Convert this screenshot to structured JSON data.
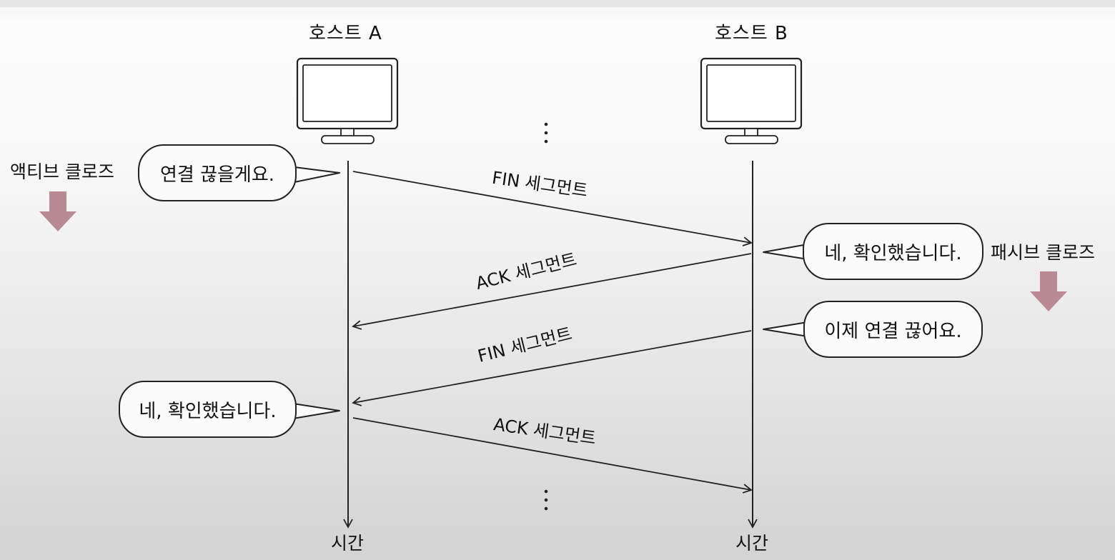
{
  "hosts": {
    "a": {
      "name": "호스트 A"
    },
    "b": {
      "name": "호스트 B"
    }
  },
  "time_label_a": "시간",
  "time_label_b": "시간",
  "side_labels": {
    "active": "액티브 클로즈",
    "passive": "패시브 클로즈"
  },
  "bubbles": {
    "a_fin": "연결 끊을게요.",
    "b_ack": "네, 확인했습니다.",
    "b_fin": "이제 연결 끊어요.",
    "a_ack": "네, 확인했습니다."
  },
  "messages": [
    {
      "label": "FIN 세그먼트",
      "from": "A",
      "to": "B"
    },
    {
      "label": "ACK 세그먼트",
      "from": "B",
      "to": "A"
    },
    {
      "label": "FIN 세그먼트",
      "from": "B",
      "to": "A"
    },
    {
      "label": "ACK 세그먼트",
      "from": "A",
      "to": "B"
    }
  ],
  "colors": {
    "line": "#222222",
    "down_arrow": "#b98a93"
  },
  "icons": [
    "monitor-icon",
    "down-arrow-icon",
    "ellipsis-icon"
  ]
}
